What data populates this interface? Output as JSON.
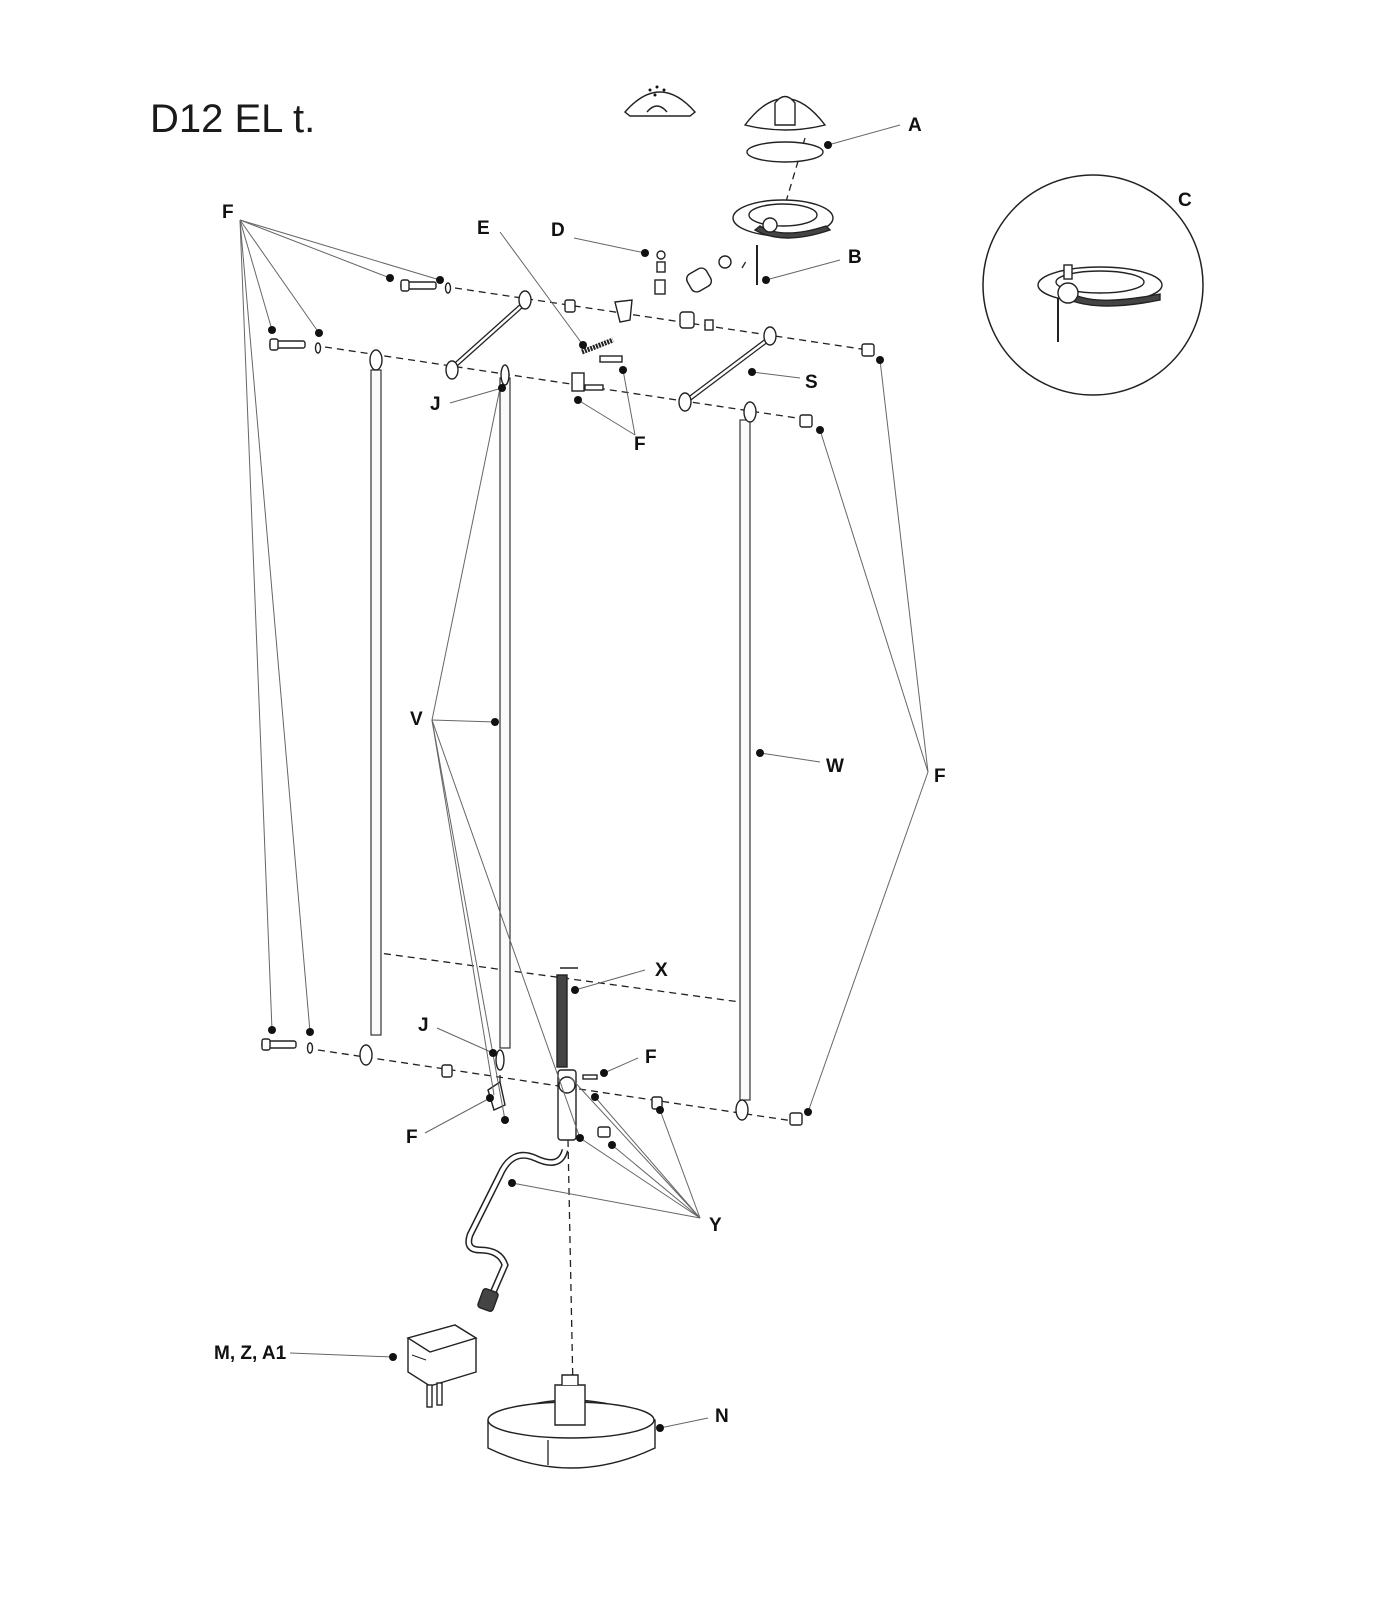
{
  "title": "D12 EL t.",
  "labels": {
    "A": "A",
    "B": "B",
    "C": "C",
    "D": "D",
    "E": "E",
    "F": "F",
    "J": "J",
    "S": "S",
    "V": "V",
    "W": "W",
    "X": "X",
    "Y": "Y",
    "N": "N",
    "MZA1": "M, Z, A1"
  }
}
